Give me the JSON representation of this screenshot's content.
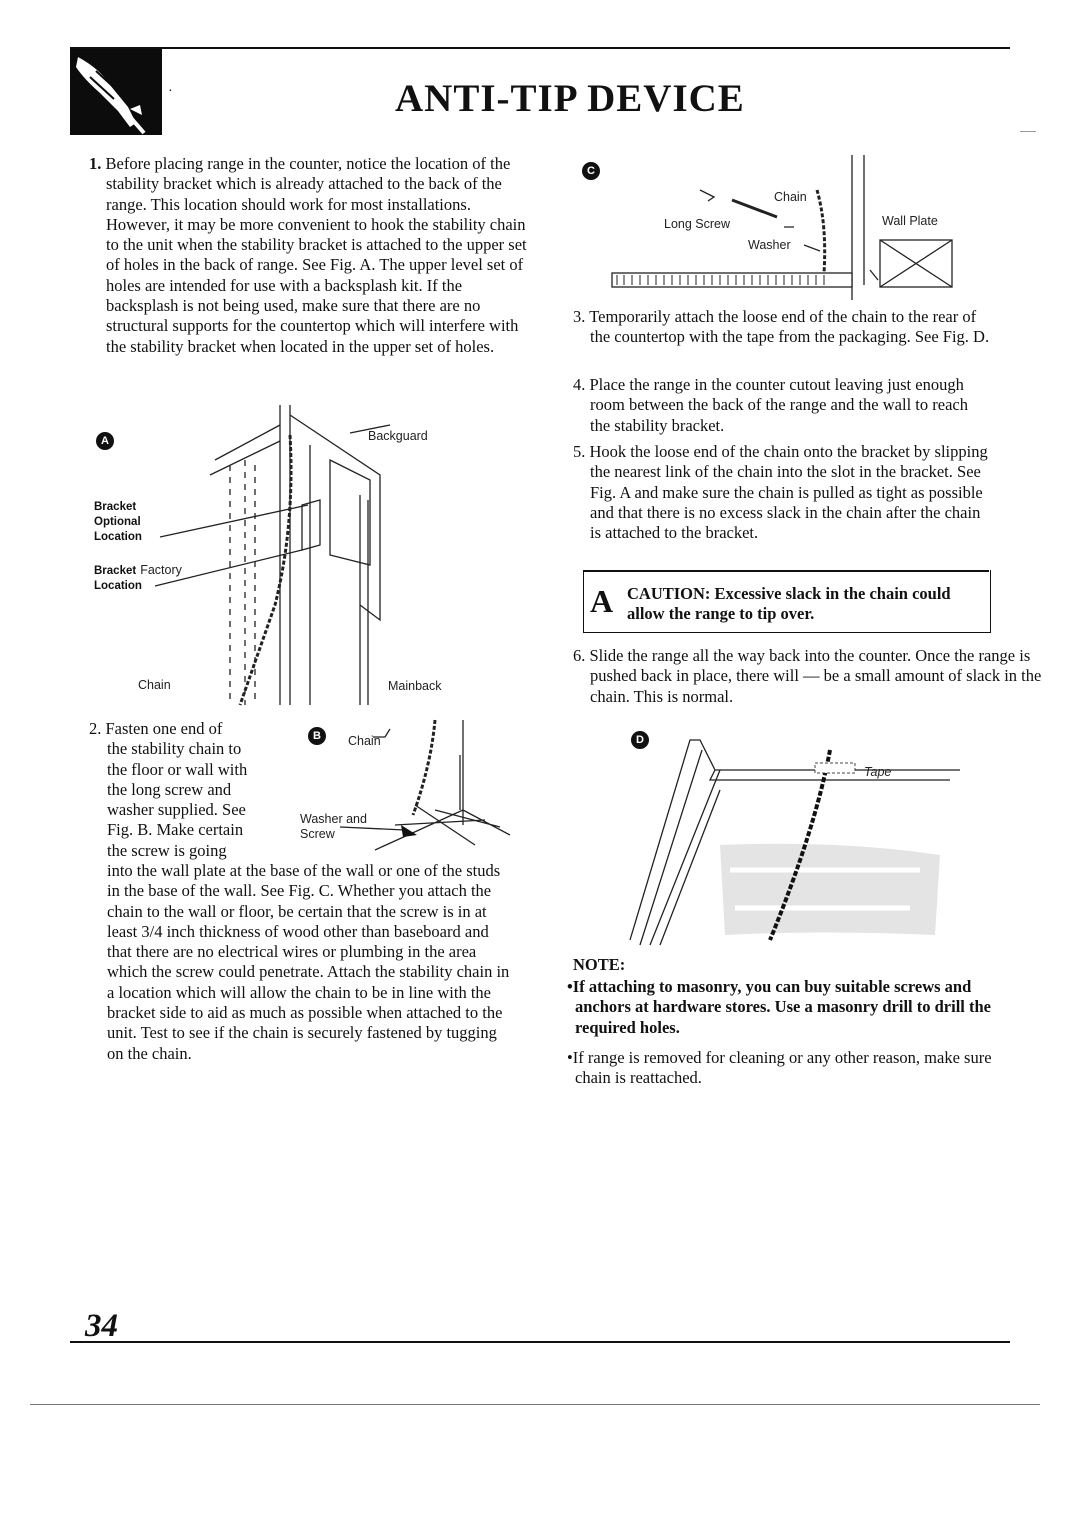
{
  "header": {
    "title": "ANTI-TIP DEVICE",
    "icon": "hand-tool-icon"
  },
  "step1": {
    "number": "1.",
    "text": "Before placing range in the counter, notice the location of the stability bracket which is already attached to the back of the range. This location should work for most installations. However, it may be more convenient to hook the stability chain to the unit when the stability bracket is attached to the upper set of holes in the back of range. See Fig. A. The upper level set of holes are intended for use with a backsplash kit. If the backsplash is not being used, make sure that there are no structural supports for the countertop which will interfere with the stability bracket when located in the upper set of holes."
  },
  "figA": {
    "badge": "A",
    "backguard": "Backguard",
    "bracket_optional": [
      "Bracket",
      "Optional",
      "Location"
    ],
    "bracket_factory_1": "Bracket",
    "bracket_factory_2": "Factory",
    "bracket_factory_3": "Location",
    "chain": "Chain",
    "mainback": "Mainback"
  },
  "step2": {
    "lines": [
      "2. Fasten one end of",
      "the stability chain to",
      "the floor or wall with",
      "the long screw and",
      "washer supplied. See",
      "Fig. B. Make certain",
      "the screw is going"
    ],
    "rest": "into the wall plate at the base of the wall or one of the studs in the base of the wall. See Fig. C. Whether you attach the chain to the wall or floor, be certain that the screw is in at least 3/4 inch thickness of wood other than baseboard and that there are no electrical wires or plumbing in the area which the screw could penetrate. Attach the stability chain in a location which will allow the chain to be in line with the bracket side to aid as much as possible when attached to the unit. Test to see if the chain is securely fastened by tugging on the chain."
  },
  "figB": {
    "badge": "B",
    "chain": "Chain",
    "washer_and": "Washer and",
    "screw": "Screw"
  },
  "figC": {
    "badge": "C",
    "chain": "Chain",
    "long_screw": "Long Screw",
    "washer": "Washer",
    "wall_plate": "Wall Plate"
  },
  "step3": "3. Temporarily attach the loose end of the chain to the rear of the countertop with the tape from the packaging. See Fig. D.",
  "step4": "4. Place the range in the counter cutout leaving just enough room between the back of the range and the wall to reach the stability bracket.",
  "step5": "5. Hook the loose end of the chain onto the bracket by slipping the nearest link of the chain into the slot in the bracket. See Fig. A and make sure the chain is pulled as tight as possible and that there is no excess slack in the chain after the chain is attached to the bracket.",
  "caution": {
    "symbol": "A",
    "text": "CAUTION: Excessive slack in the chain could allow the range to tip over."
  },
  "step6": "6. Slide the range all the way back into the counter. Once the range is pushed back in place, there will — be a small amount of slack in the chain. This is normal.",
  "figD": {
    "badge": "D",
    "tape": "Tape"
  },
  "note": {
    "heading": "NOTE:",
    "bullet1": "•If attaching to masonry, you can buy suitable screws and anchors at hardware stores. Use a masonry drill to drill the required holes.",
    "bullet2": "•If range is removed for cleaning or any other reason, make sure chain is reattached."
  },
  "page_number": "34"
}
